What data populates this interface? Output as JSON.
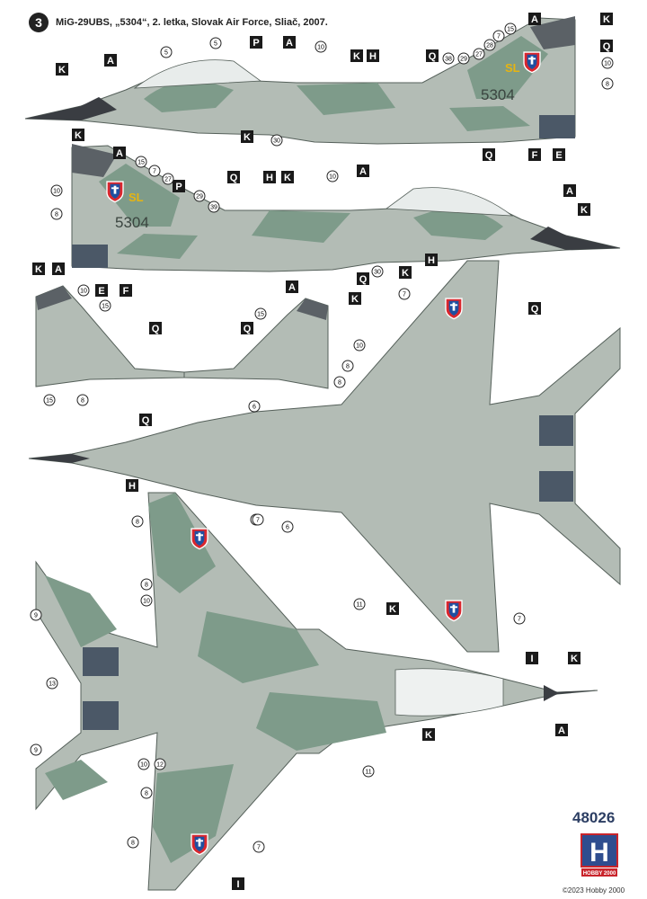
{
  "header": {
    "profile_number": "3",
    "title": "MiG-29UBS, „5304“, 2. letka, Slovak Air Force, Sliač, 2007."
  },
  "footer": {
    "catalog_number": "48026",
    "copyright": "©2023 Hobby 2000",
    "logo_letter": "H",
    "logo_text": "HOBBY 2000"
  },
  "markings": {
    "serial": "5304",
    "tail_code": "SL"
  },
  "colors": {
    "camo_light": "#b3bcb5",
    "camo_dark": "#7e9b8a",
    "outline": "#55605a",
    "label_box": "#1a1a1a",
    "radome": "#3a3d42",
    "exhaust": "#4b5867",
    "insignia_red": "#d9272e",
    "insignia_blue": "#1f4fa0",
    "tail_code_yellow": "#e6b412"
  },
  "callouts": {
    "letters": [
      "A",
      "K",
      "Q",
      "P",
      "H",
      "F",
      "E",
      "I"
    ],
    "numbers": [
      "5",
      "6",
      "7",
      "8",
      "9",
      "10",
      "11",
      "12",
      "13",
      "15",
      "27",
      "28",
      "29",
      "30",
      "38",
      "39"
    ]
  }
}
